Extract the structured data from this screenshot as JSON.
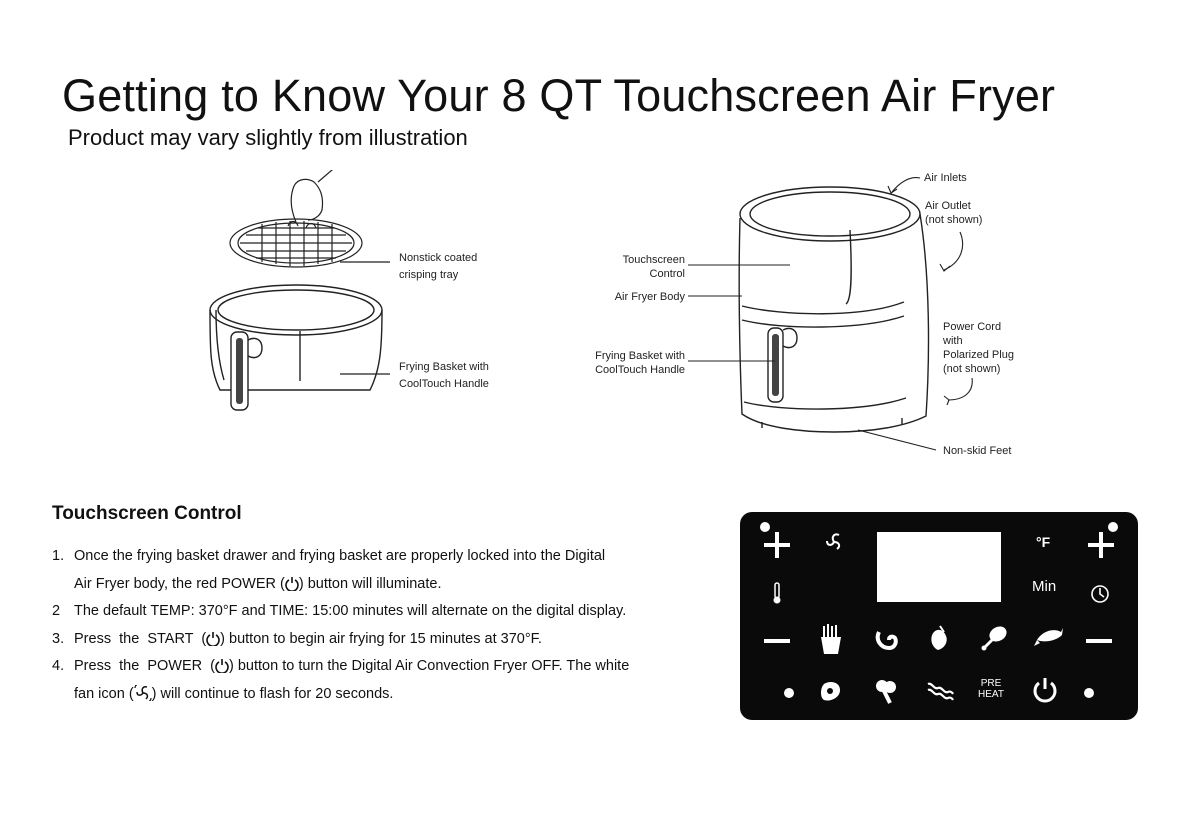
{
  "header": {
    "title": "Getting to Know Your 8 QT Touchscreen Air Fryer",
    "subtitle": "Product may vary slightly from illustration"
  },
  "diagram_left": {
    "labels": [
      {
        "line1": "Nonstick coated",
        "line2": "crisping tray"
      },
      {
        "line1": "Frying Basket with",
        "line2": "CoolTouch Handle"
      }
    ]
  },
  "diagram_right": {
    "labels": {
      "touchscreen_1": "Touchscreen",
      "touchscreen_2": "Control",
      "body": "Air Fryer Body",
      "basket_1": "Frying Basket with",
      "basket_2": "CoolTouch Handle",
      "inlets": "Air Inlets",
      "outlet_1": "Air Outlet",
      "outlet_2": "(not shown)",
      "cord_1": "Power Cord",
      "cord_2": "with",
      "cord_3": "Polarized Plug",
      "cord_4": "(not shown)",
      "feet": "Non-skid Feet"
    }
  },
  "touchscreen": {
    "section_title": "Touchscreen Control",
    "steps": [
      {
        "num": "1.",
        "a": "Once the frying basket drawer and frying basket are properly locked into the Digital",
        "b": "Air Fryer body, the red POWER (",
        "c": ") button will illuminate."
      },
      {
        "num": "2",
        "a": "The default TEMP: 370°F and TIME: 15:00 minutes will alternate on the digital display."
      },
      {
        "num": "3.",
        "a": "Press  the  START  (",
        "b": ") button to begin air frying for 15 minutes at 370°F."
      },
      {
        "num": "4.",
        "a": "Press  the  POWER  (",
        "b": ") button to turn the Digital Air Convection Fryer OFF. The white",
        "c": "fan icon (",
        "d": ") will continue to flash for 20 seconds."
      }
    ]
  },
  "panel": {
    "fahrenheit": "°F",
    "min": "Min",
    "preheat_1": "PRE",
    "preheat_2": "HEAT"
  }
}
